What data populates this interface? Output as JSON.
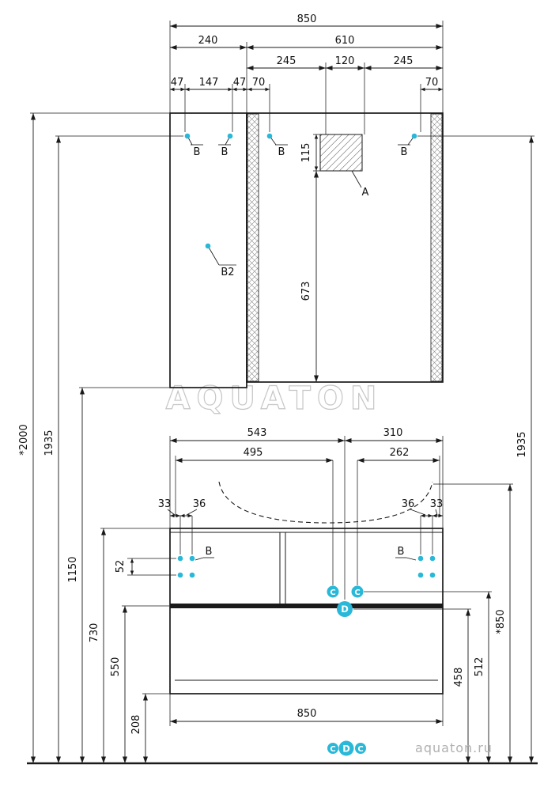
{
  "colors": {
    "accent": "#29b8d8",
    "ink": "#1a1a1a",
    "watermark": "#c6c6c6"
  },
  "brand": {
    "watermark": "AQUATON",
    "site": "aquaton.ru"
  },
  "labels": {
    "a": "A",
    "b": "B",
    "b2": "B2",
    "c": "C",
    "d": "D"
  },
  "mirror": {
    "total_width": "850",
    "door_width": "240",
    "panel_width": "610",
    "span_left": "245",
    "cutout_width": "120",
    "span_right": "245",
    "off_47_left": "47",
    "off_147": "147",
    "off_47_right": "47",
    "off_70_left": "70",
    "off_70_right": "70",
    "cutout_height": "115",
    "below_cutout_height": "673"
  },
  "vanity": {
    "span_543": "543",
    "span_310": "310",
    "span_495": "495",
    "span_262": "262",
    "off_33_left": "33",
    "off_36_left": "36",
    "off_36_right": "36",
    "off_33_right": "33",
    "row_gap_52": "52",
    "bottom_width": "850",
    "h_458": "458",
    "h_512": "512"
  },
  "heights": {
    "total": "*2000",
    "mount_left": "1935",
    "mirror_bottom": "1150",
    "counter": "730",
    "band": "550",
    "plinth": "208",
    "basin": "*850",
    "mount_right": "1935"
  }
}
